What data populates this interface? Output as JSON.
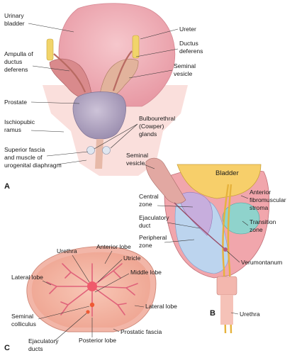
{
  "panel_a": {
    "letter": "A",
    "labels": {
      "urinary_bladder": [
        "Urinary",
        "bladder"
      ],
      "ureter": "Ureter",
      "ductus_deferens": [
        "Ductus",
        "deferens"
      ],
      "ampulla": [
        "Ampulla of",
        "ductus",
        "deferens"
      ],
      "seminal_vesicle": [
        "Seminal",
        "vesicle"
      ],
      "prostate": "Prostate",
      "ischiopubic_ramus": [
        "Ischiopubic",
        "ramus"
      ],
      "bulbourethral": [
        "Bulbourethral",
        "(Cowper)",
        "glands"
      ],
      "superior_fascia": [
        "Superior fascia",
        "and muscle of",
        "urogenital diaphragm"
      ]
    }
  },
  "panel_b": {
    "letter": "B",
    "labels": {
      "bladder": "Bladder",
      "seminal_vesicle": [
        "Seminal",
        "vesicle"
      ],
      "anterior_stroma": [
        "Anterior",
        "fibromuscular",
        "stroma"
      ],
      "central_zone": [
        "Central",
        "zone"
      ],
      "transition_zone": [
        "Transition",
        "zone"
      ],
      "ejaculatory_duct": [
        "Ejaculatory",
        "duct"
      ],
      "peripheral_zone": [
        "Peripheral",
        "zone"
      ],
      "verumontanum": "Verumontanum",
      "urethra": "Urethra"
    }
  },
  "panel_c": {
    "letter": "C",
    "labels": {
      "urethra": "Urethra",
      "anterior_lobe": "Anterior lobe",
      "utricle": "Utricle",
      "lateral_lobe_left": "Lateral lobe",
      "middle_lobe": "Middle lobe",
      "lateral_lobe_right": "Lateral lobe",
      "seminal_colliculus": [
        "Seminal",
        "colliculus"
      ],
      "posterior_lobe": "Posterior lobe",
      "prostatic_fascia": "Prostatic fascia",
      "ejaculatory_ducts": [
        "Ejaculatory",
        "ducts"
      ]
    }
  }
}
